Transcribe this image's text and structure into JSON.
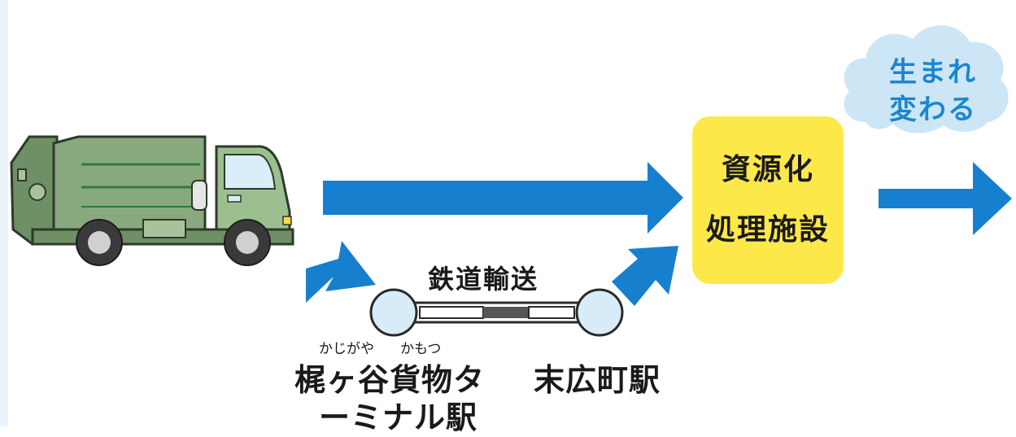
{
  "colors": {
    "arrow": "#1680cf",
    "facility_fill": "#fde84a",
    "cloud_fill": "#cce6f5",
    "cloud_text": "#1b86cf",
    "station_fill": "#d7ecf8",
    "truck_body": "#88a97d",
    "truck_cab": "#9cbf8f"
  },
  "icons": {
    "truck": "garbage-truck-icon",
    "cloud": "cloud-icon",
    "rail": "rail-line-icon"
  },
  "rail": {
    "label": "鉄道輸送"
  },
  "stations": {
    "origin": {
      "ruby_1": "かじがや",
      "ruby_2": "かもつ",
      "line1": "梶ヶ谷貨物タ",
      "line2": "ーミナル駅"
    },
    "destination": {
      "name": "末広町駅"
    }
  },
  "facility": {
    "line1": "資源化",
    "line2": "処理施設"
  },
  "cloud": {
    "line1": "生まれ",
    "line2": "変わる"
  }
}
